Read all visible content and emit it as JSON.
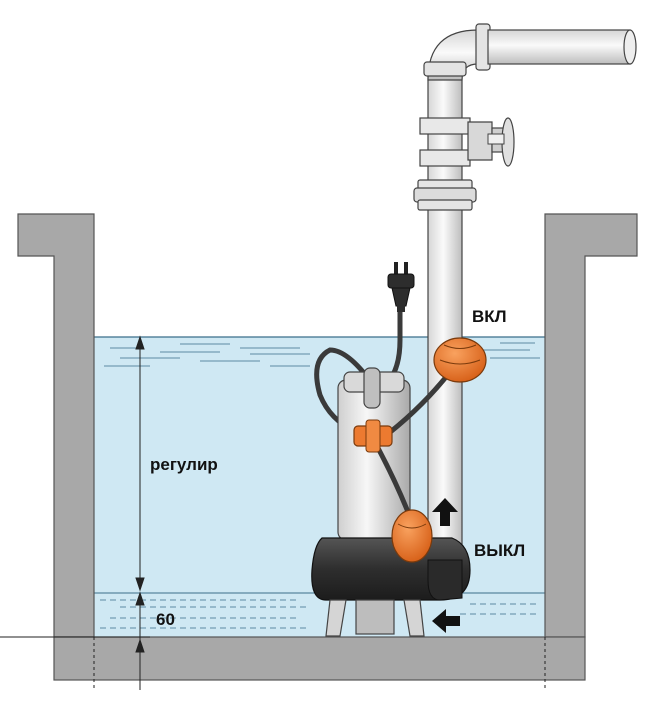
{
  "labels": {
    "on": "ВКЛ",
    "off": "ВЫКЛ",
    "range": "регулир",
    "min_level": "60"
  },
  "colors": {
    "wall": "#a8a8a8",
    "wall_stroke": "#555555",
    "water": "#cfe8f3",
    "water_line": "#3b6e8a",
    "pipe": "#ececec",
    "pipe_stroke": "#444444",
    "pump_dark": "#2f2f2f",
    "pump_body": "#e6e6e6",
    "float_orange": "#e8742a",
    "cable": "#3a3a3a",
    "arrow": "#111111"
  },
  "icons": [
    "plug-icon",
    "flow-arrow-up-icon",
    "flow-arrow-left-icon",
    "valve-icon"
  ]
}
